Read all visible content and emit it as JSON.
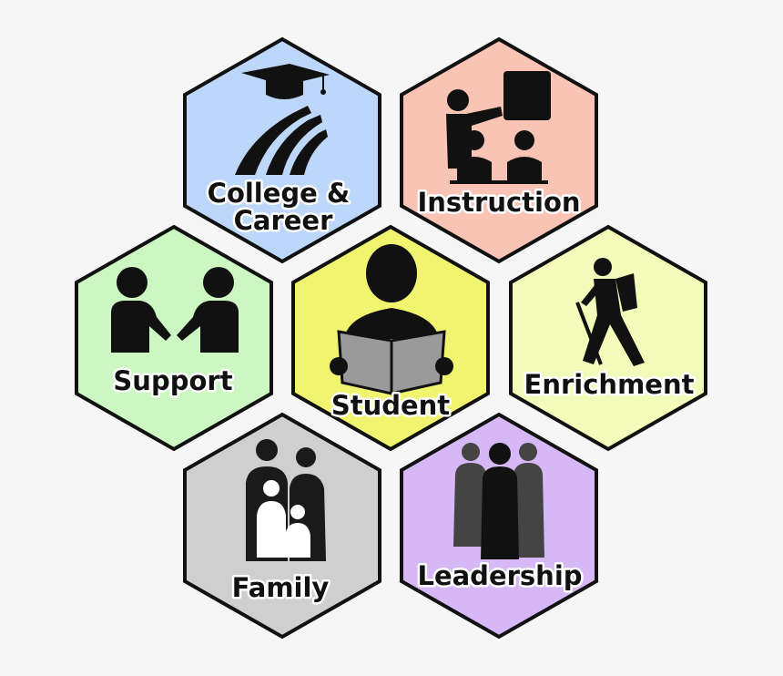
{
  "hexagons": [
    {
      "id": "college-career",
      "label_lines": [
        "College &",
        "Career"
      ],
      "fill": "#bcd7f9",
      "icon": "graduation-cap-road-icon"
    },
    {
      "id": "instruction",
      "label_lines": [
        "Instruction"
      ],
      "fill": "#f9c4b4",
      "icon": "teacher-classroom-icon"
    },
    {
      "id": "support",
      "label_lines": [
        "Support"
      ],
      "fill": "#cdf7c2",
      "icon": "handshake-icon"
    },
    {
      "id": "student",
      "label_lines": [
        "Student"
      ],
      "fill": "#f1f46f",
      "icon": "reading-student-icon"
    },
    {
      "id": "enrichment",
      "label_lines": [
        "Enrichment"
      ],
      "fill": "#f3fbbb",
      "icon": "hiker-icon"
    },
    {
      "id": "family",
      "label_lines": [
        "Family"
      ],
      "fill": "#cfcfcf",
      "icon": "family-icon"
    },
    {
      "id": "leadership",
      "label_lines": [
        "Leadership"
      ],
      "fill": "#d6b8f6",
      "icon": "leaders-group-icon"
    }
  ]
}
